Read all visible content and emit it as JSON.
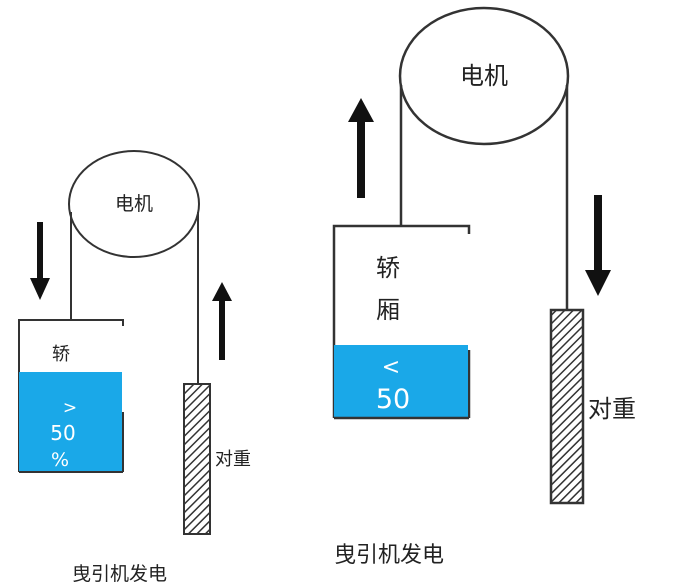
{
  "diagrams": [
    {
      "motor_label": "电机",
      "car_label": "轿",
      "load_label_line1": ">",
      "load_label_line2": "50",
      "load_label_line3": "%",
      "counterweight_label": "对重",
      "caption": "曳引机发电",
      "car_direction": "down",
      "counterweight_direction": "up"
    },
    {
      "motor_label": "电机",
      "car_label_line1": "轿",
      "car_label_line2": "厢",
      "load_label_line1": "<",
      "load_label_line2": "50",
      "counterweight_label": "对重",
      "caption": "曳引机发电",
      "car_direction": "up",
      "counterweight_direction": "down"
    }
  ],
  "colors": {
    "load_fill": "#1aa8e8",
    "line": "#333333",
    "arrow": "#111111"
  }
}
